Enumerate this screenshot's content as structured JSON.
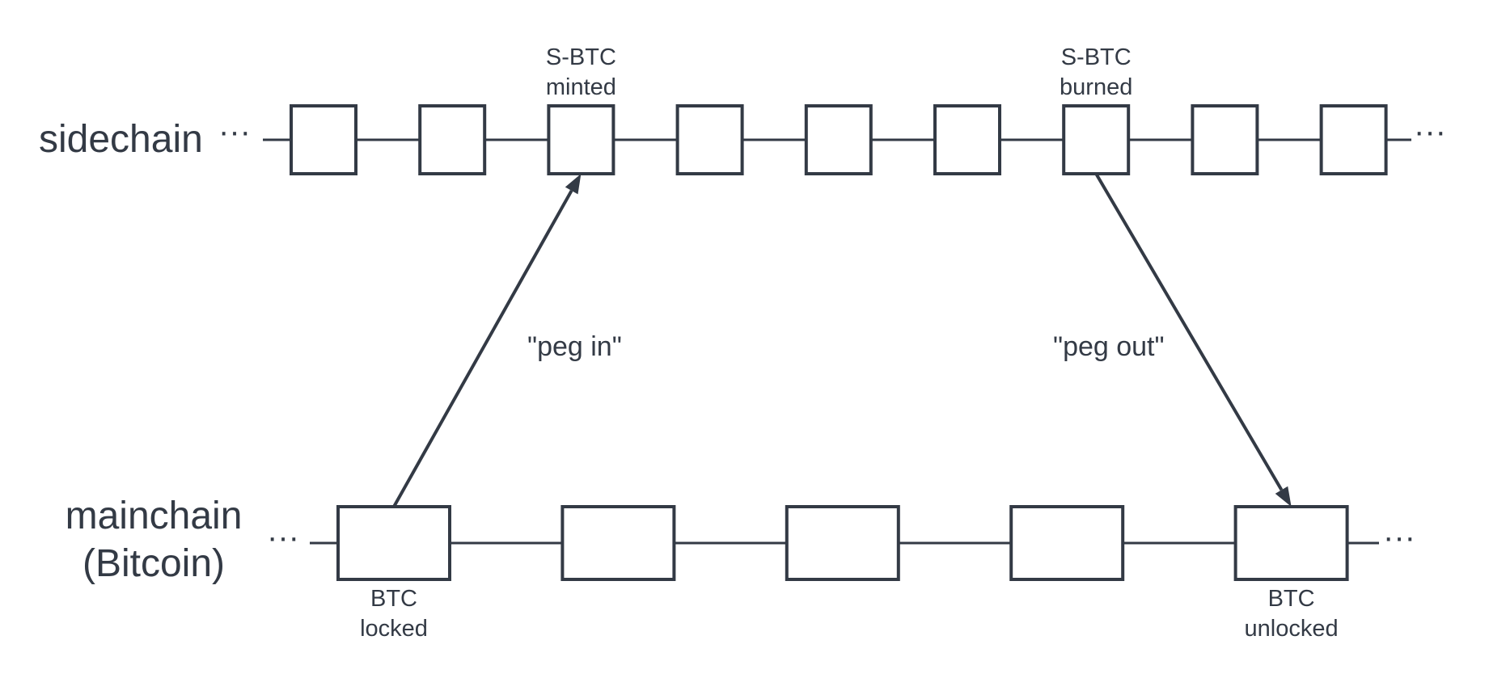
{
  "colors": {
    "ink": "#333a45",
    "background": "#ffffff"
  },
  "sidechain": {
    "label": "sidechain",
    "leading_ellipsis": "···",
    "trailing_ellipsis": "···",
    "block_count": 9,
    "captions": [
      {
        "block_index": 2,
        "lines": [
          "S-BTC",
          "minted"
        ]
      },
      {
        "block_index": 6,
        "lines": [
          "S-BTC",
          "burned"
        ]
      }
    ]
  },
  "mainchain": {
    "label_lines": [
      "mainchain",
      "(Bitcoin)"
    ],
    "leading_ellipsis": "···",
    "trailing_ellipsis": "···",
    "block_count": 5,
    "captions": [
      {
        "block_index": 0,
        "lines": [
          "BTC",
          "locked"
        ]
      },
      {
        "block_index": 4,
        "lines": [
          "BTC",
          "unlocked"
        ]
      }
    ]
  },
  "arrows": [
    {
      "name": "peg-in",
      "label": "\"peg in\"",
      "from": "mainchain.0",
      "to": "sidechain.2"
    },
    {
      "name": "peg-out",
      "label": "\"peg out\"",
      "from": "sidechain.6",
      "to": "mainchain.4"
    }
  ]
}
